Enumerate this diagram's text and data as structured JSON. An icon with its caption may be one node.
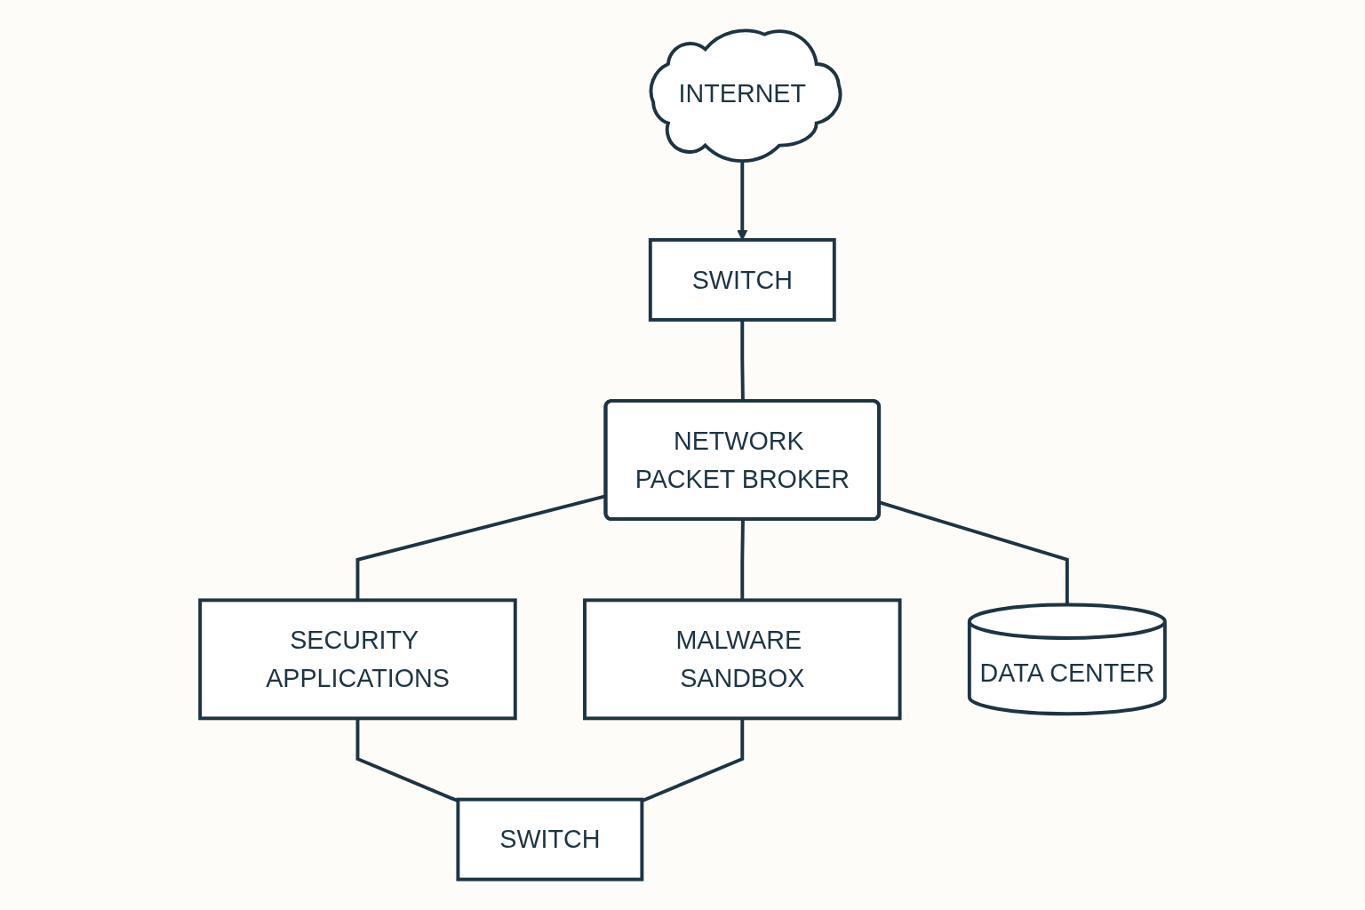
{
  "diagram": {
    "nodes": [
      {
        "text": [
          "INTERNET"
        ]
      },
      {
        "text": [
          "SWITCH"
        ]
      },
      {
        "text": [
          "NETWORK PACKET BROKER"
        ]
      },
      {
        "text": [
          "SECURITY APPLICATIONS"
        ]
      },
      {
        "text": [
          "MALWARE SANDBOX"
        ]
      },
      {
        "text": [
          "DATA CENTER"
        ]
      },
      {
        "text": [
          "SWITCH"
        ]
      }
    ],
    "edges": [
      {
        "from": 0,
        "to": 1,
        "arrow": "to"
      },
      {
        "from": 1,
        "to": 2,
        "arrow": "none"
      },
      {
        "from": 2,
        "to": 3,
        "arrow": "none"
      },
      {
        "from": 2,
        "to": 4,
        "arrow": "none"
      },
      {
        "from": 2,
        "to": 5,
        "arrow": "none"
      },
      {
        "from": 3,
        "to": 6,
        "arrow": "none"
      },
      {
        "from": 4,
        "to": 6,
        "arrow": "none"
      }
    ]
  }
}
